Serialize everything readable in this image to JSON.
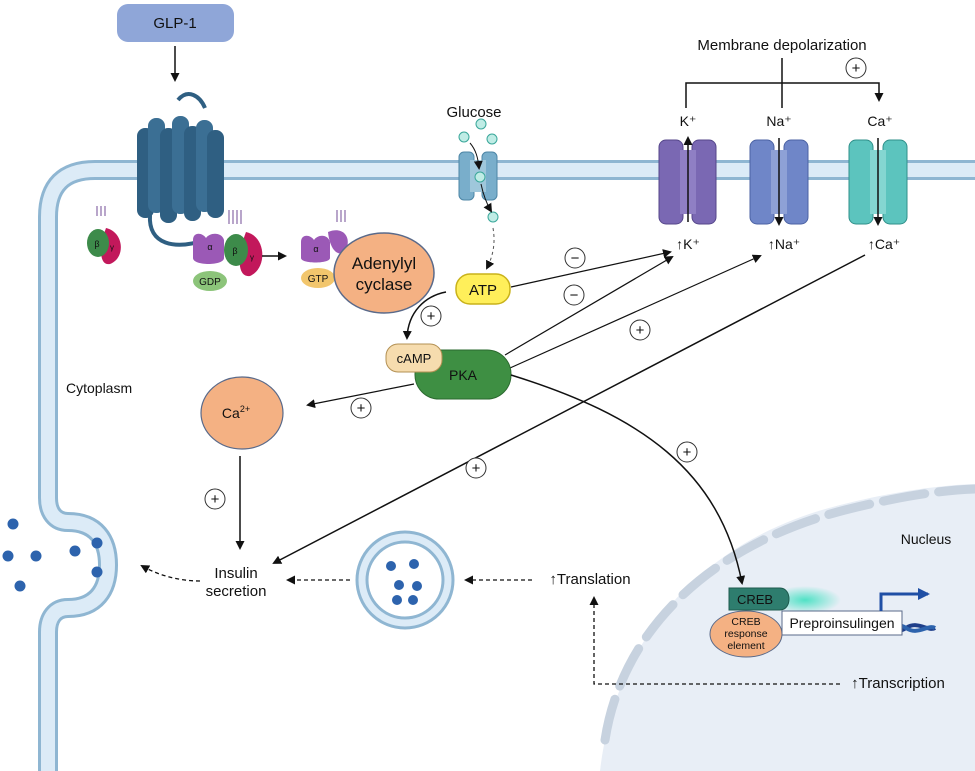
{
  "labels": {
    "glp1": "GLP-1",
    "glucose": "Glucose",
    "membrane_depolarization": "Membrane depolarization",
    "k_channel": "K⁺",
    "na_channel": "Na⁺",
    "ca_channel": "Ca⁺",
    "k_increase": "↑K⁺",
    "na_increase": "↑Na⁺",
    "ca_increase": "↑Ca⁺",
    "adenylyl_line1": "Adenylyl",
    "adenylyl_line2": "cyclase",
    "atp": "ATP",
    "camp": "cAMP",
    "pka": "PKA",
    "ca2_base": "Ca",
    "ca2_sup": "2+",
    "cytoplasm": "Cytoplasm",
    "insulin_line1": "Insulin",
    "insulin_line2": "secretion",
    "translation": "↑Translation",
    "transcription": "↑Transcription",
    "nucleus": "Nucleus",
    "creb": "CREB",
    "cre_line1": "CREB",
    "cre_line2": "response",
    "cre_line3": "element",
    "gene": "Preproinsulingen",
    "gdp": "GDP",
    "gtp": "GTP",
    "alpha": "α",
    "beta": "β",
    "gamma": "γ",
    "plus": "+",
    "minus": "−"
  },
  "colors": {
    "glp1": "#8fa6d8",
    "membrane": "#d6e8f5",
    "membrane_edge": "#8fb6d2",
    "receptor": "#2f5f82",
    "k_channel": "#7a68b3",
    "na_channel": "#6f86c8",
    "ca_channel": "#5cc4be",
    "adenylyl": "#f4b183",
    "atp": "#ffef5a",
    "camp": "#f6dcae",
    "pka": "#3e8f43",
    "creb": "#2e7d6e",
    "nucleus": "#e6edf6",
    "vesicle_dot": "#2d63ad",
    "g_alpha": "#9b59b6",
    "g_beta": "#3d8b4a",
    "g_gamma": "#c2185b"
  }
}
